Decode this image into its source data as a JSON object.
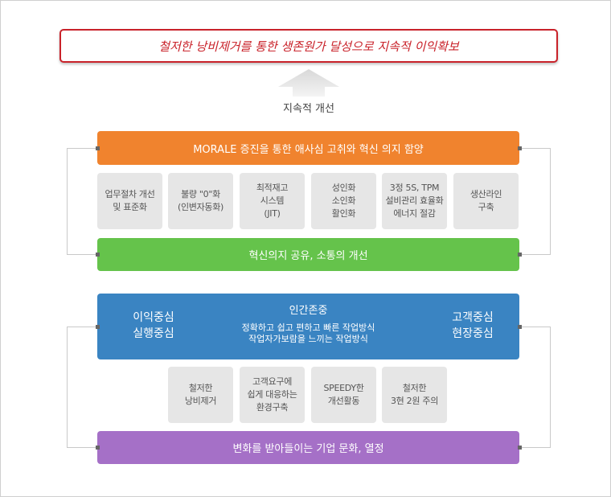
{
  "goal": "철저한 낭비제거를 통한 생존원가 달성으로 지속적 이익확보",
  "arrow_label": "지속적 개선",
  "upper": {
    "top_bar": "MORALE 증진을 통한 애사심 고취와 혁신 의지 함양",
    "boxes": [
      "업무절차 개선\n및 표준화",
      "불량 \"0\"화\n(인변자동화)",
      "최적재고\n시스템\n(JIT)",
      "성인화\n소인화\n활인화",
      "3정 5S, TPM\n설비관리 효율화\n에너지 절감",
      "생산라인\n구축"
    ],
    "bottom_bar": "혁신의지 공유, 소통의 개선"
  },
  "lower": {
    "left": {
      "line1": "이익중심",
      "line2": "실행중심"
    },
    "center": {
      "title": "인간존중",
      "line1": "정확하고 쉽고 편하고 빠른 작업방식",
      "line2": "작업자가보람을 느끼는 작업방식"
    },
    "right": {
      "line1": "고객중심",
      "line2": "현장중심"
    },
    "boxes": [
      "철저한\n낭비제거",
      "고객요구에\n쉽게 대응하는\n환경구축",
      "SPEEDY한\n개선활동",
      "철저한\n3현 2원 주의"
    ],
    "bottom_bar": "변화를 받아들이는 기업 문화, 열정"
  },
  "colors": {
    "goal_border": "#c9222a",
    "orange": "#f0832e",
    "green": "#65c34b",
    "blue": "#3a84c2",
    "purple": "#a570c7",
    "box": "#e6e6e6"
  }
}
